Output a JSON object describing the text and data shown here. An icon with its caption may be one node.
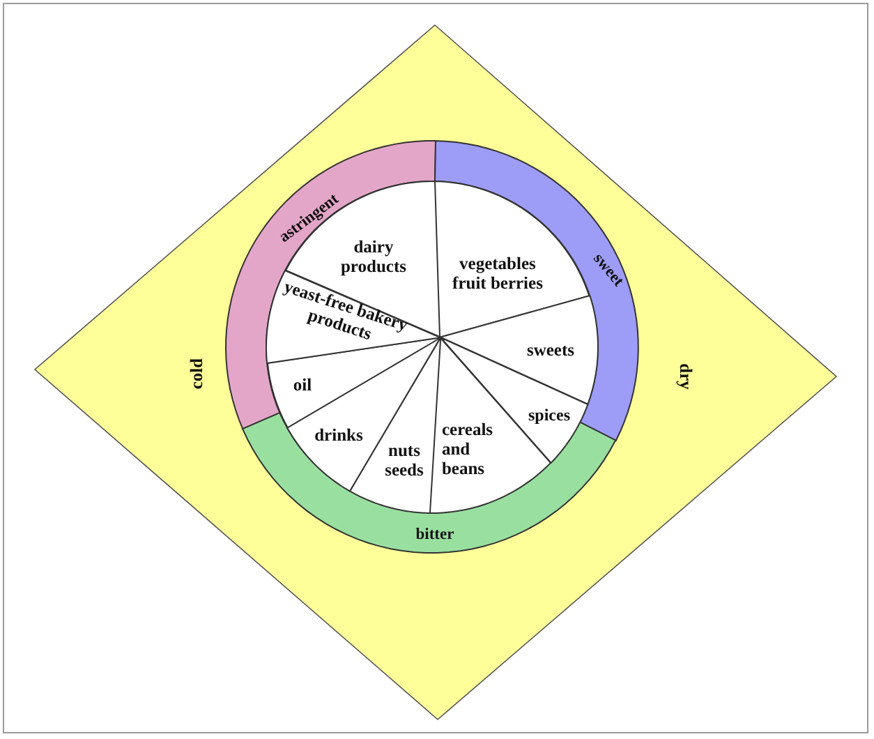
{
  "diagram": {
    "nodes": [
      {
        "text": [
          "cold",
          "dry"
        ]
      },
      {
        "text": [
          "astringent"
        ],
        "in": 0
      },
      {
        "text": [
          "sweet"
        ],
        "in": 0
      },
      {
        "text": [
          "bitter"
        ],
        "in": 0
      },
      {
        "text": [
          "dairy products"
        ],
        "in": 0
      },
      {
        "text": [
          "vegetables fruit berries"
        ],
        "in": 0
      },
      {
        "text": [
          "sweets"
        ],
        "in": 0
      },
      {
        "text": [
          "spices"
        ],
        "in": 0
      },
      {
        "text": [
          "cereals and beans"
        ],
        "in": 0
      },
      {
        "text": [
          "nuts seeds"
        ],
        "in": 0
      },
      {
        "text": [
          "drinks"
        ],
        "in": 0
      },
      {
        "text": [
          "oil"
        ],
        "in": 0
      },
      {
        "text": [
          "yeast-free bakery products"
        ],
        "in": 0
      }
    ]
  }
}
